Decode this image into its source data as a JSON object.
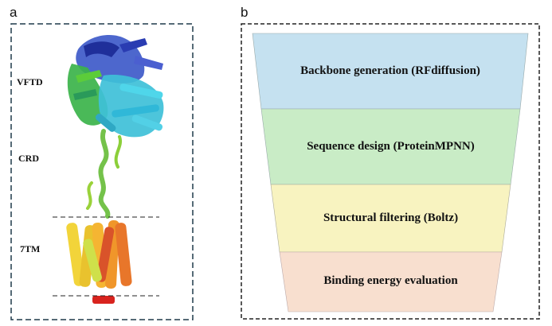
{
  "panel_a": {
    "letter": "a",
    "domains": [
      "VFTD",
      "CRD",
      "7TM"
    ]
  },
  "panel_b": {
    "letter": "b",
    "stages": [
      {
        "label": "Backbone generation (RFdiffusion)",
        "color": "#c5e1f0"
      },
      {
        "label": "Sequence design (ProteinMPNN)",
        "color": "#c9ecc6"
      },
      {
        "label": "Structural filtering (Boltz)",
        "color": "#f8f3c0"
      },
      {
        "label": "Binding energy evaluation",
        "color": "#f8dfcf"
      }
    ]
  }
}
